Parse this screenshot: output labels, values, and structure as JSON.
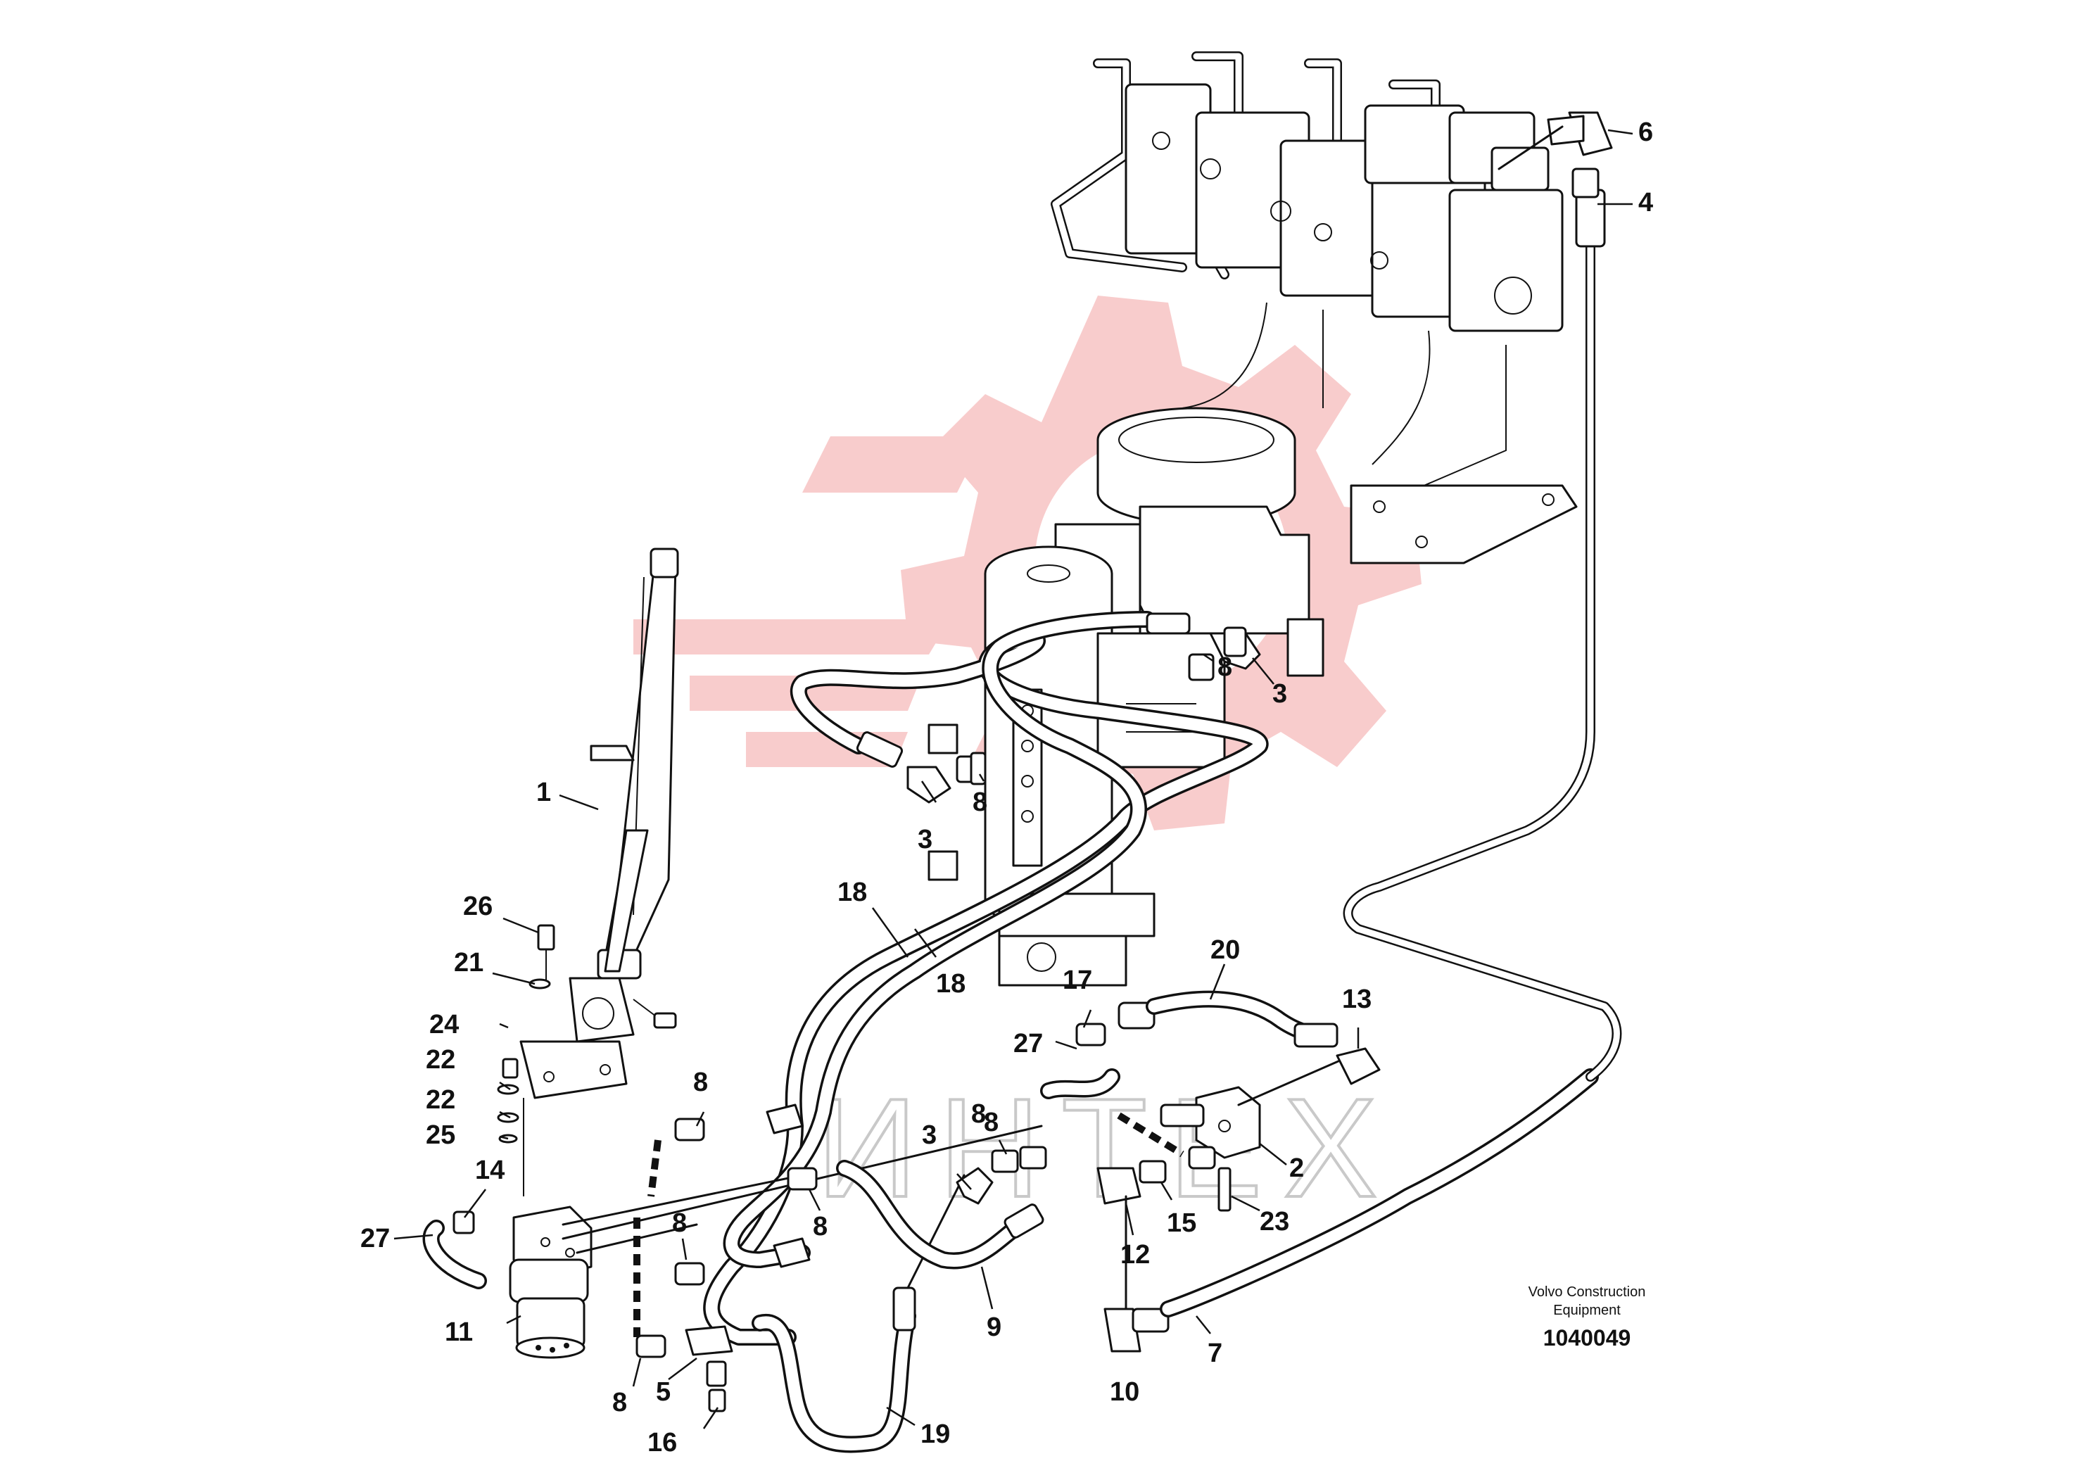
{
  "diagram": {
    "watermark_text": "ИНТЕХ",
    "credit_line1": "Volvo Construction",
    "credit_line2": "Equipment",
    "document_number": "1040049",
    "accent_color": "#f3a3a3",
    "callouts": [
      {
        "id": "c1",
        "label": "1"
      },
      {
        "id": "c2",
        "label": "2"
      },
      {
        "id": "c3a",
        "label": "3"
      },
      {
        "id": "c3b",
        "label": "3"
      },
      {
        "id": "c3c",
        "label": "3"
      },
      {
        "id": "c4",
        "label": "4"
      },
      {
        "id": "c5",
        "label": "5"
      },
      {
        "id": "c6",
        "label": "6"
      },
      {
        "id": "c7",
        "label": "7"
      },
      {
        "id": "c8a",
        "label": "8"
      },
      {
        "id": "c8b",
        "label": "8"
      },
      {
        "id": "c8c",
        "label": "8"
      },
      {
        "id": "c8d",
        "label": "8"
      },
      {
        "id": "c8e",
        "label": "8"
      },
      {
        "id": "c8f",
        "label": "8"
      },
      {
        "id": "c8g",
        "label": "8"
      },
      {
        "id": "c8h",
        "label": "8"
      },
      {
        "id": "c9",
        "label": "9"
      },
      {
        "id": "c10",
        "label": "10"
      },
      {
        "id": "c11",
        "label": "11"
      },
      {
        "id": "c12",
        "label": "12"
      },
      {
        "id": "c13",
        "label": "13"
      },
      {
        "id": "c14",
        "label": "14"
      },
      {
        "id": "c15",
        "label": "15"
      },
      {
        "id": "c16",
        "label": "16"
      },
      {
        "id": "c17",
        "label": "17"
      },
      {
        "id": "c18a",
        "label": "18"
      },
      {
        "id": "c18b",
        "label": "18"
      },
      {
        "id": "c19",
        "label": "19"
      },
      {
        "id": "c20",
        "label": "20"
      },
      {
        "id": "c21",
        "label": "21"
      },
      {
        "id": "c22a",
        "label": "22"
      },
      {
        "id": "c22b",
        "label": "22"
      },
      {
        "id": "c23",
        "label": "23"
      },
      {
        "id": "c24",
        "label": "24"
      },
      {
        "id": "c25",
        "label": "25"
      },
      {
        "id": "c26",
        "label": "26"
      },
      {
        "id": "c27a",
        "label": "27"
      },
      {
        "id": "c27b",
        "label": "27"
      }
    ]
  }
}
